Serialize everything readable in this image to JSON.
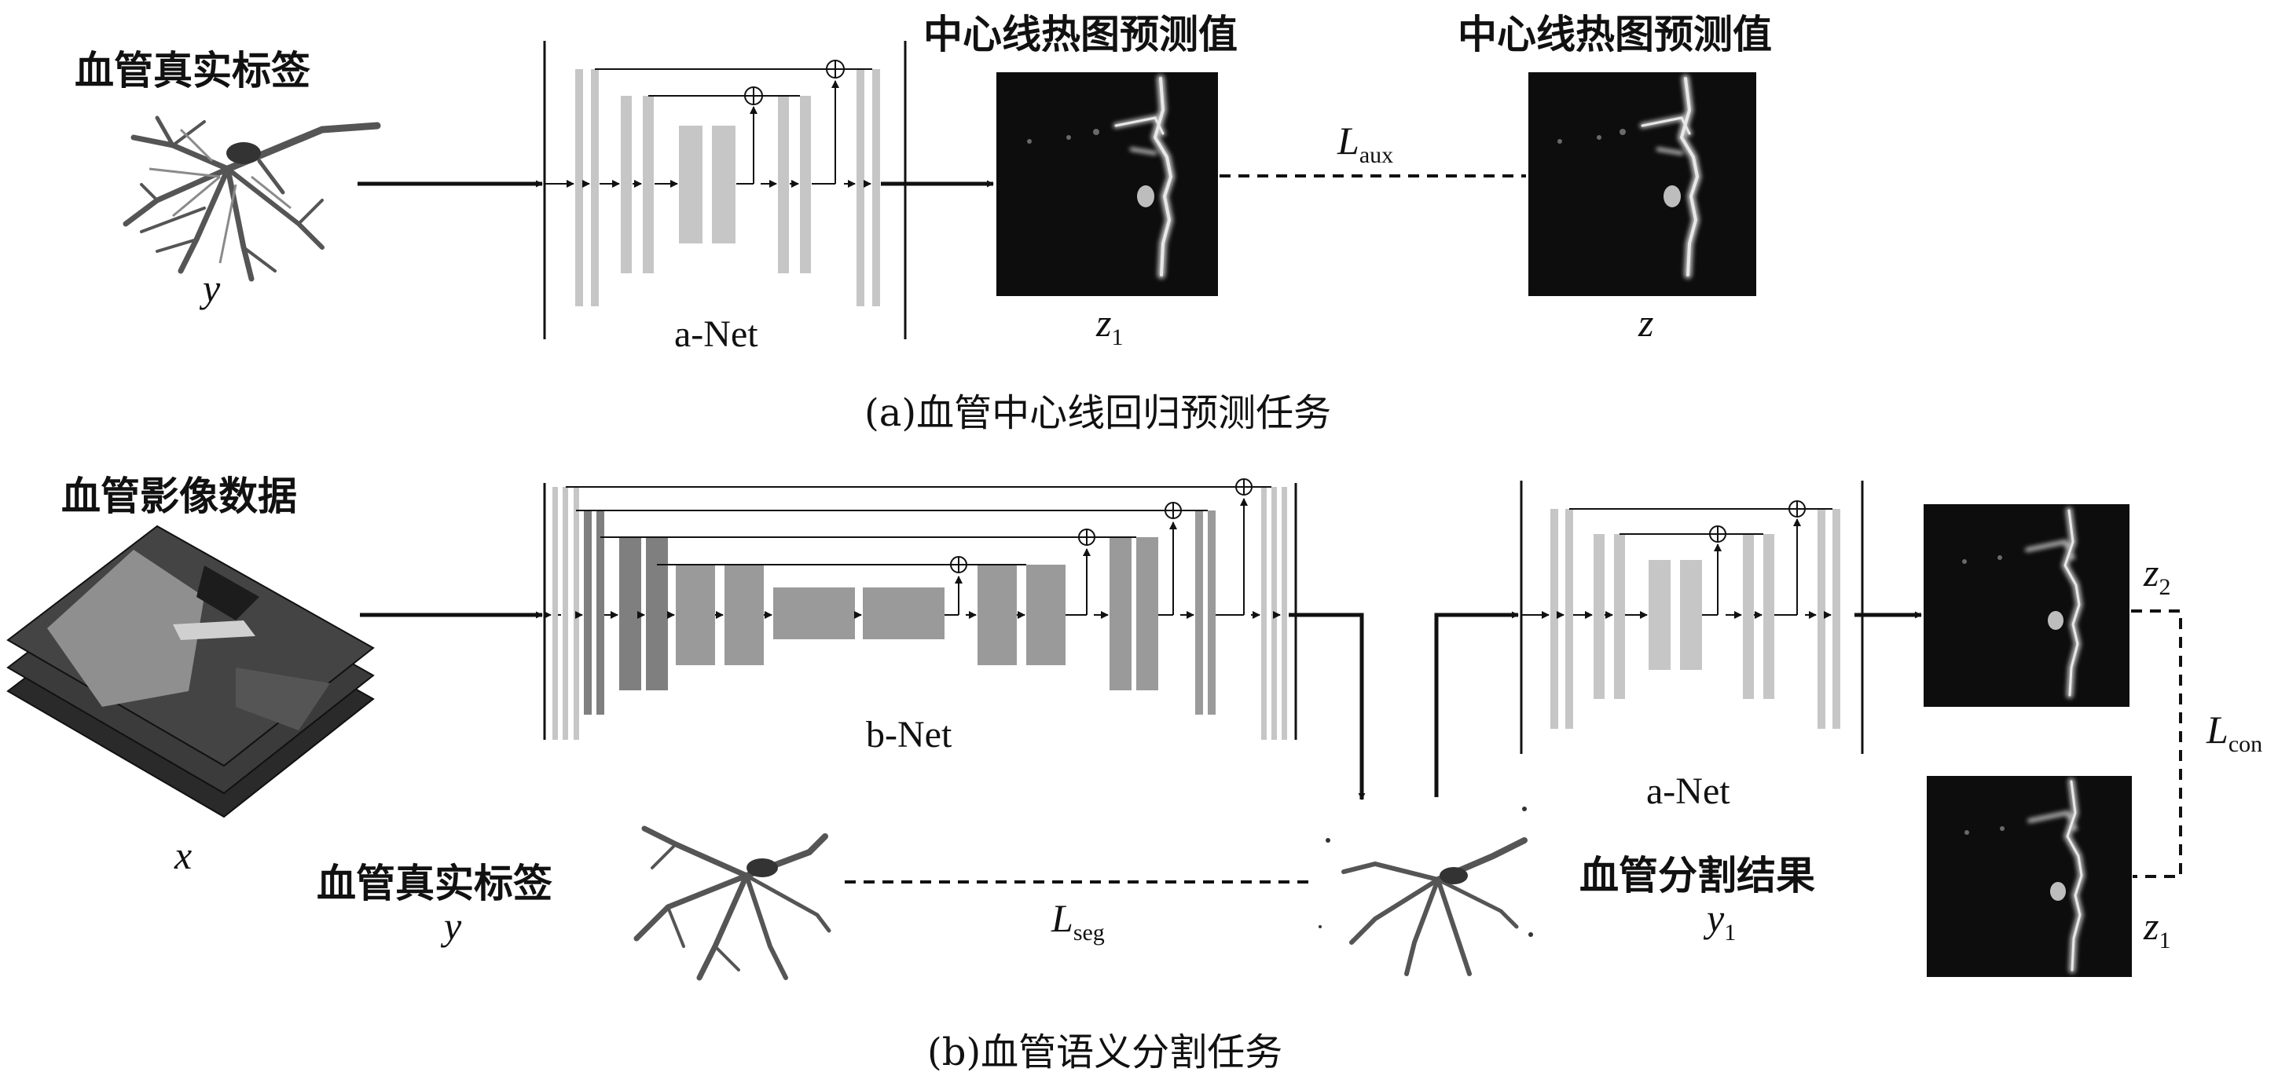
{
  "panel_a": {
    "gt_label": "血管真实标签",
    "gt_var": "y",
    "net_name": "a-Net",
    "heatmap_pred_title": "中心线热图预测值",
    "heatmap_pred_var": "z",
    "heatmap_pred_sub": "1",
    "heatmap_gt_title": "中心线热图预测值",
    "heatmap_gt_var": "z",
    "loss": "L",
    "loss_sub": "aux",
    "caption": "(a)血管中心线回归预测任务"
  },
  "panel_b": {
    "image_label": "血管影像数据",
    "image_var": "x",
    "net_b_name": "b-Net",
    "net_a_name": "a-Net",
    "gt_label": "血管真实标签",
    "gt_var": "y",
    "seg_loss": "L",
    "seg_loss_sub": "seg",
    "result_label": "血管分割结果",
    "result_var": "y",
    "result_sub": "1",
    "z2_var": "z",
    "z2_sub": "2",
    "z1_var": "z",
    "z1_sub": "1",
    "con_loss": "L",
    "con_loss_sub": "con",
    "caption": "(b)血管语义分割任务"
  },
  "colors": {
    "ink": "#111111",
    "block_light": "#c6c6c6",
    "block_mid": "#9a9a9a",
    "block_dark": "#7f7f7f",
    "heatmap_bg": "#0d0d0d",
    "vessel": "#5e5e5e"
  }
}
